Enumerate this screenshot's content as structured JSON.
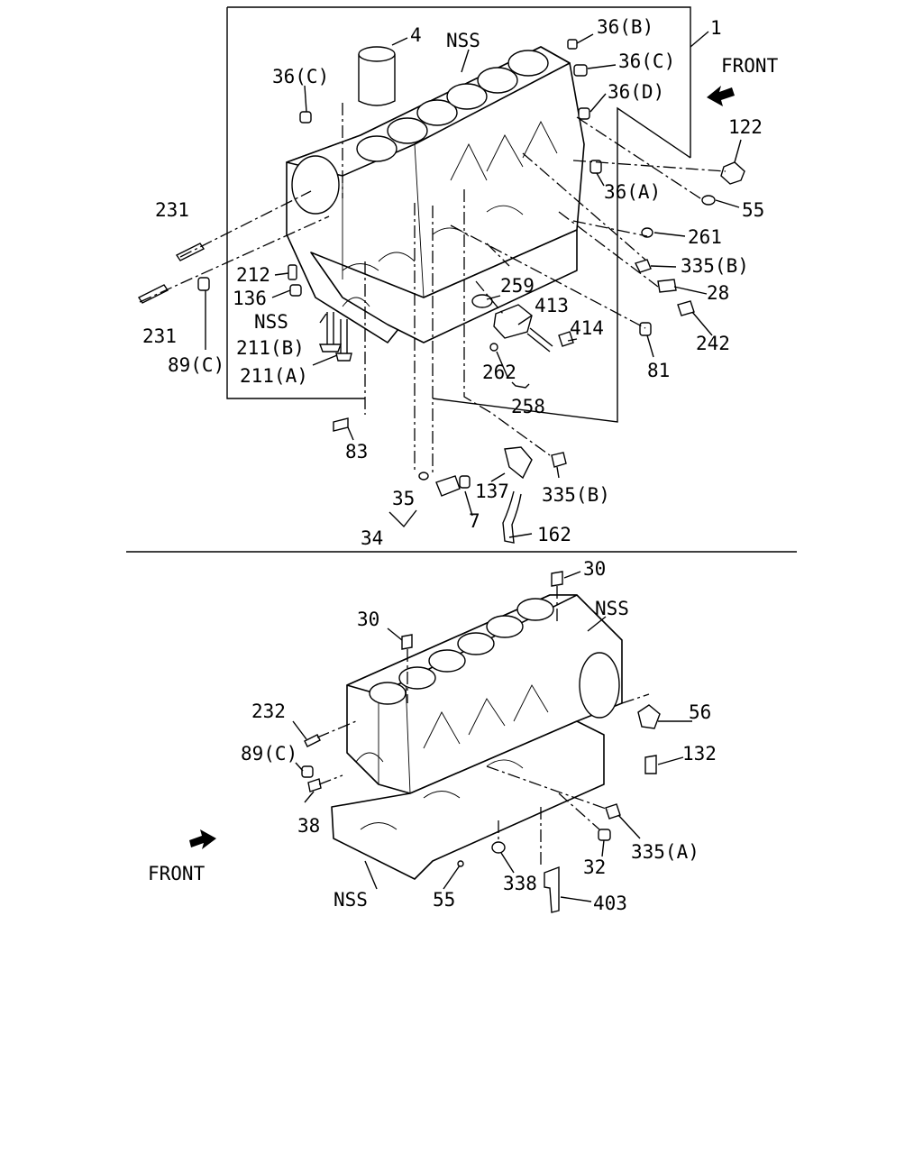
{
  "top": {
    "front": "FRONT",
    "labels": {
      "p4": "4",
      "nss1": "NSS",
      "p36b": "36(B)",
      "p1": "1",
      "p36c_right": "36(C)",
      "p36c_left": "36(C)",
      "p36d": "36(D)",
      "p122": "122",
      "p36a": "36(A)",
      "p55": "55",
      "p261": "261",
      "p231a": "231",
      "p212": "212",
      "p335b_1": "335(B)",
      "p28": "28",
      "p136": "136",
      "p259": "259",
      "nss2": "NSS",
      "p413": "413",
      "p242": "242",
      "p211b": "211(B)",
      "p414": "414",
      "p231b": "231",
      "p89c": "89(C)",
      "p211a": "211(A)",
      "p262": "262",
      "p81": "81",
      "p258": "258",
      "p83": "83",
      "p137": "137",
      "p335b_2": "335(B)",
      "p35": "35",
      "p7": "7",
      "p34": "34",
      "p162": "162"
    }
  },
  "bottom": {
    "front": "FRONT",
    "labels": {
      "p30a": "30",
      "p30b": "30",
      "nss1": "NSS",
      "p232": "232",
      "p56": "56",
      "p89c": "89(C)",
      "p132": "132",
      "p38": "38",
      "p335a": "335(A)",
      "p32": "32",
      "p338": "338",
      "nss2": "NSS",
      "p55": "55",
      "p403": "403"
    }
  }
}
